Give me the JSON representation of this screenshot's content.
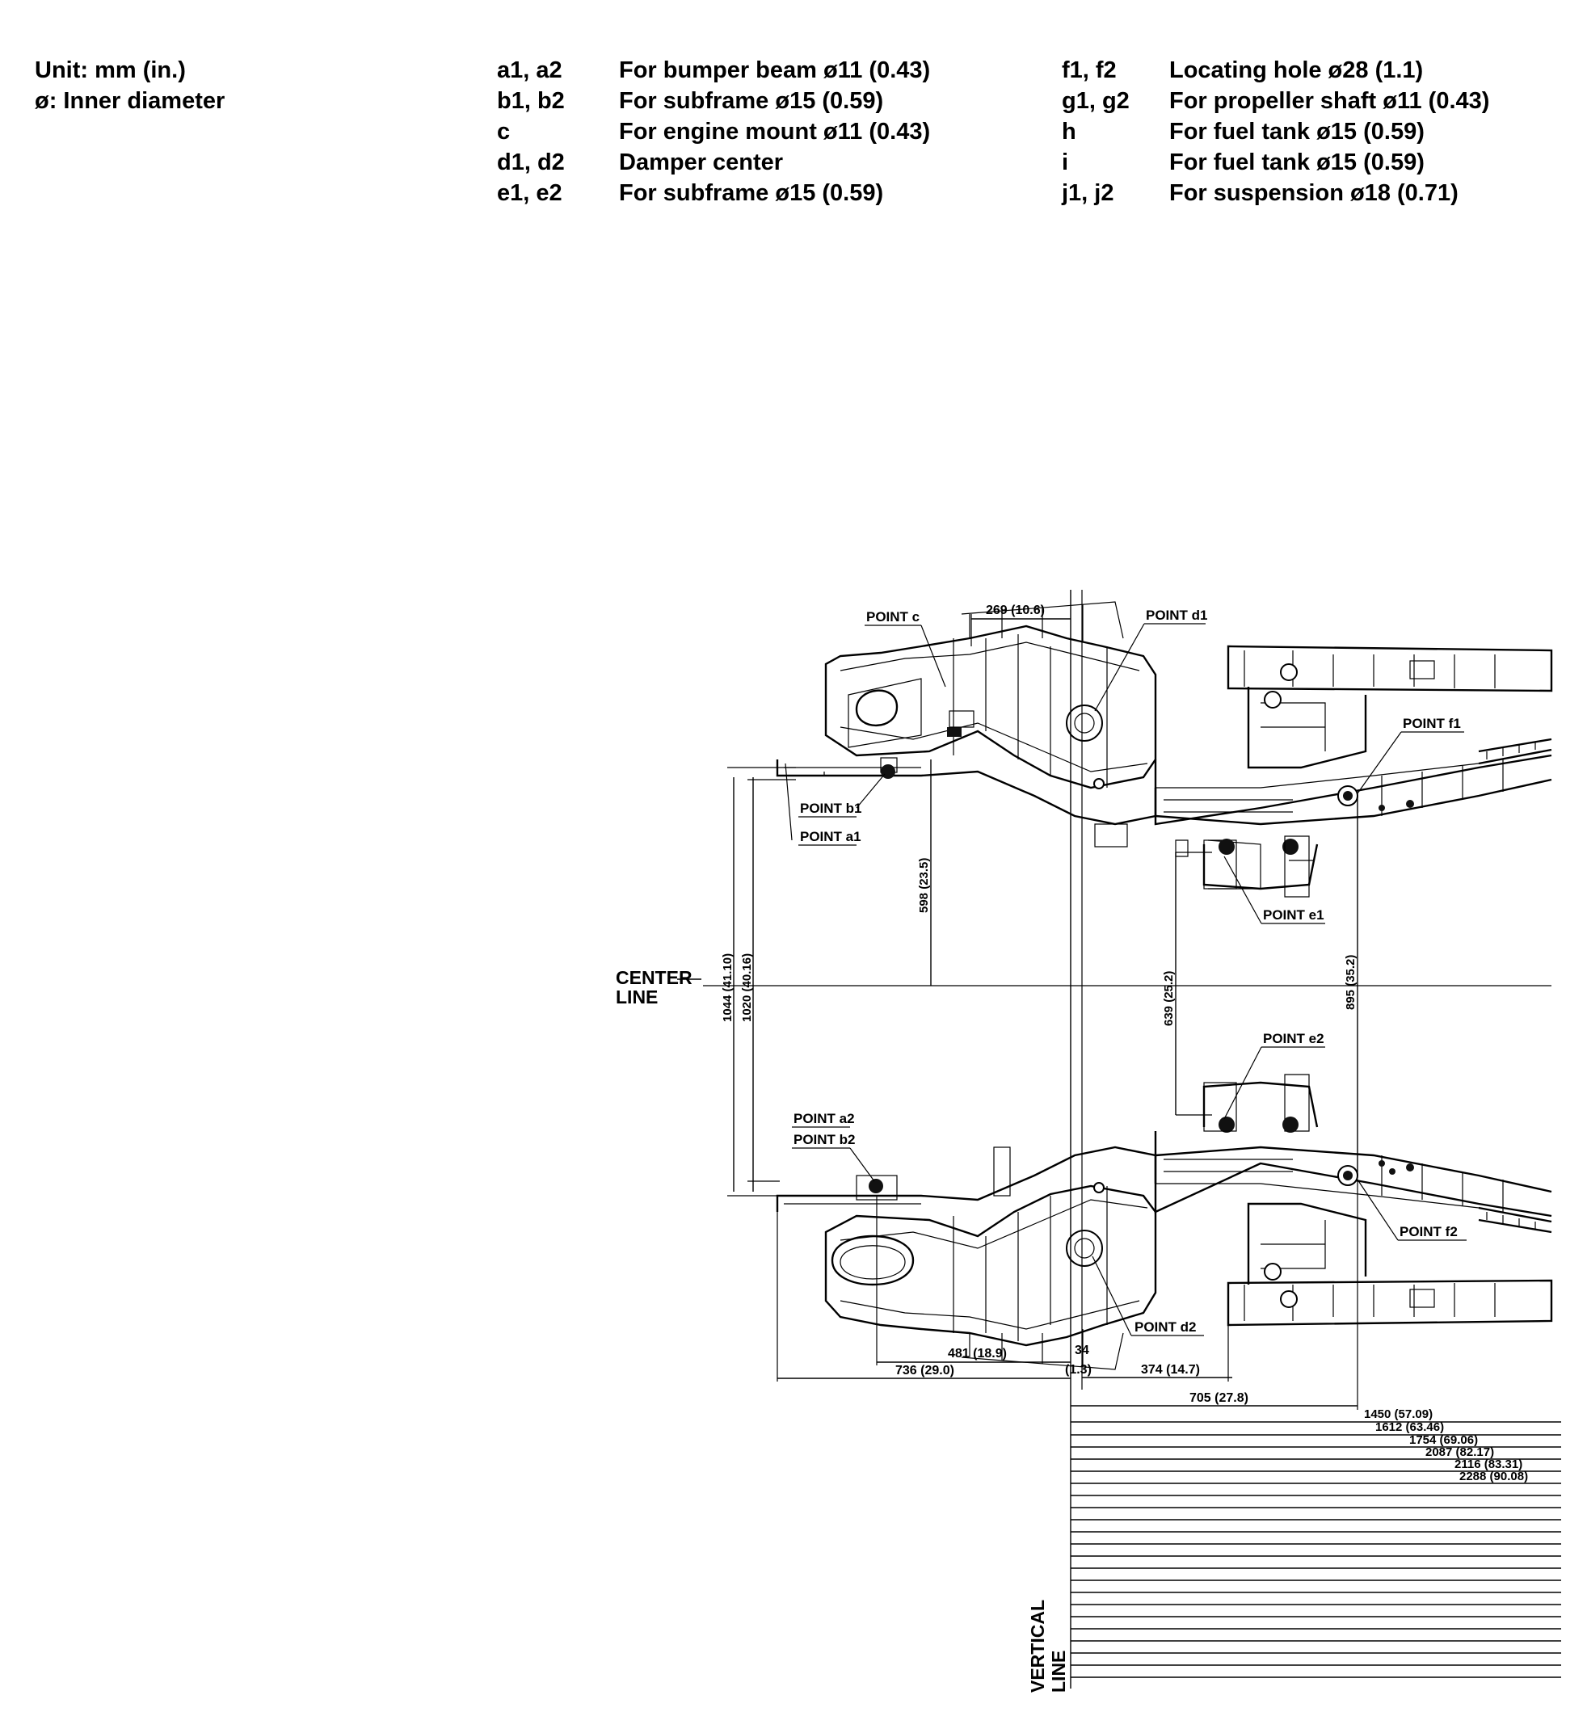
{
  "notes": {
    "unit": "Unit: mm (in.)",
    "diameter": "ø: Inner diameter"
  },
  "legend": [
    {
      "code": "a1, a2",
      "desc": "For bumper beam ø11 (0.43)"
    },
    {
      "code": "b1, b2",
      "desc": "For subframe ø15 (0.59)"
    },
    {
      "code": "c",
      "desc": "For engine mount ø11 (0.43)"
    },
    {
      "code": "d1, d2",
      "desc": "Damper center"
    },
    {
      "code": "e1, e2",
      "desc": "For subframe ø15 (0.59)"
    },
    {
      "code": "f1, f2",
      "desc": "Locating hole ø28 (1.1)"
    },
    {
      "code": "g1, g2",
      "desc": "For propeller shaft ø11 (0.43)"
    },
    {
      "code": "h",
      "desc": "For fuel tank ø15 (0.59)"
    },
    {
      "code": "i",
      "desc": "For fuel tank ø15 (0.59)"
    },
    {
      "code": "j1, j2",
      "desc": "For suspension ø18 (0.71)"
    }
  ],
  "diagram": {
    "points": {
      "c": "POINT c",
      "d1": "POINT d1",
      "f1": "POINT f1",
      "b1": "POINT b1",
      "a1": "POINT a1",
      "e1": "POINT e1",
      "e2": "POINT e2",
      "a2": "POINT a2",
      "b2": "POINT b2",
      "f2": "POINT f2",
      "d2": "POINT d2"
    },
    "center_line": [
      "CENTER",
      "LINE"
    ],
    "vertical_line": [
      "VERTICAL",
      "LINE"
    ],
    "dimensions": {
      "top_269": "269 (10.6)",
      "v_598": "598 (23.5)",
      "v_1044": "1044 (41.10)",
      "v_1020": "1020 (40.16)",
      "v_639": "639 (25.2)",
      "v_895": "895 (35.2)",
      "h_481": "481 (18.9)",
      "h_34": "34",
      "h_34_in": "(1.3)",
      "h_374": "374 (14.7)",
      "h_736": "736 (29.0)",
      "h_705": "705 (27.8)",
      "h_1450": "1450 (57.09)",
      "h_1612": "1612 (63.46)",
      "h_1754": "1754 (69.06)",
      "h_2087": "2087 (82.17)",
      "h_2116": "2116 (83.31)",
      "h_2288": "2288 (90.08)"
    }
  }
}
